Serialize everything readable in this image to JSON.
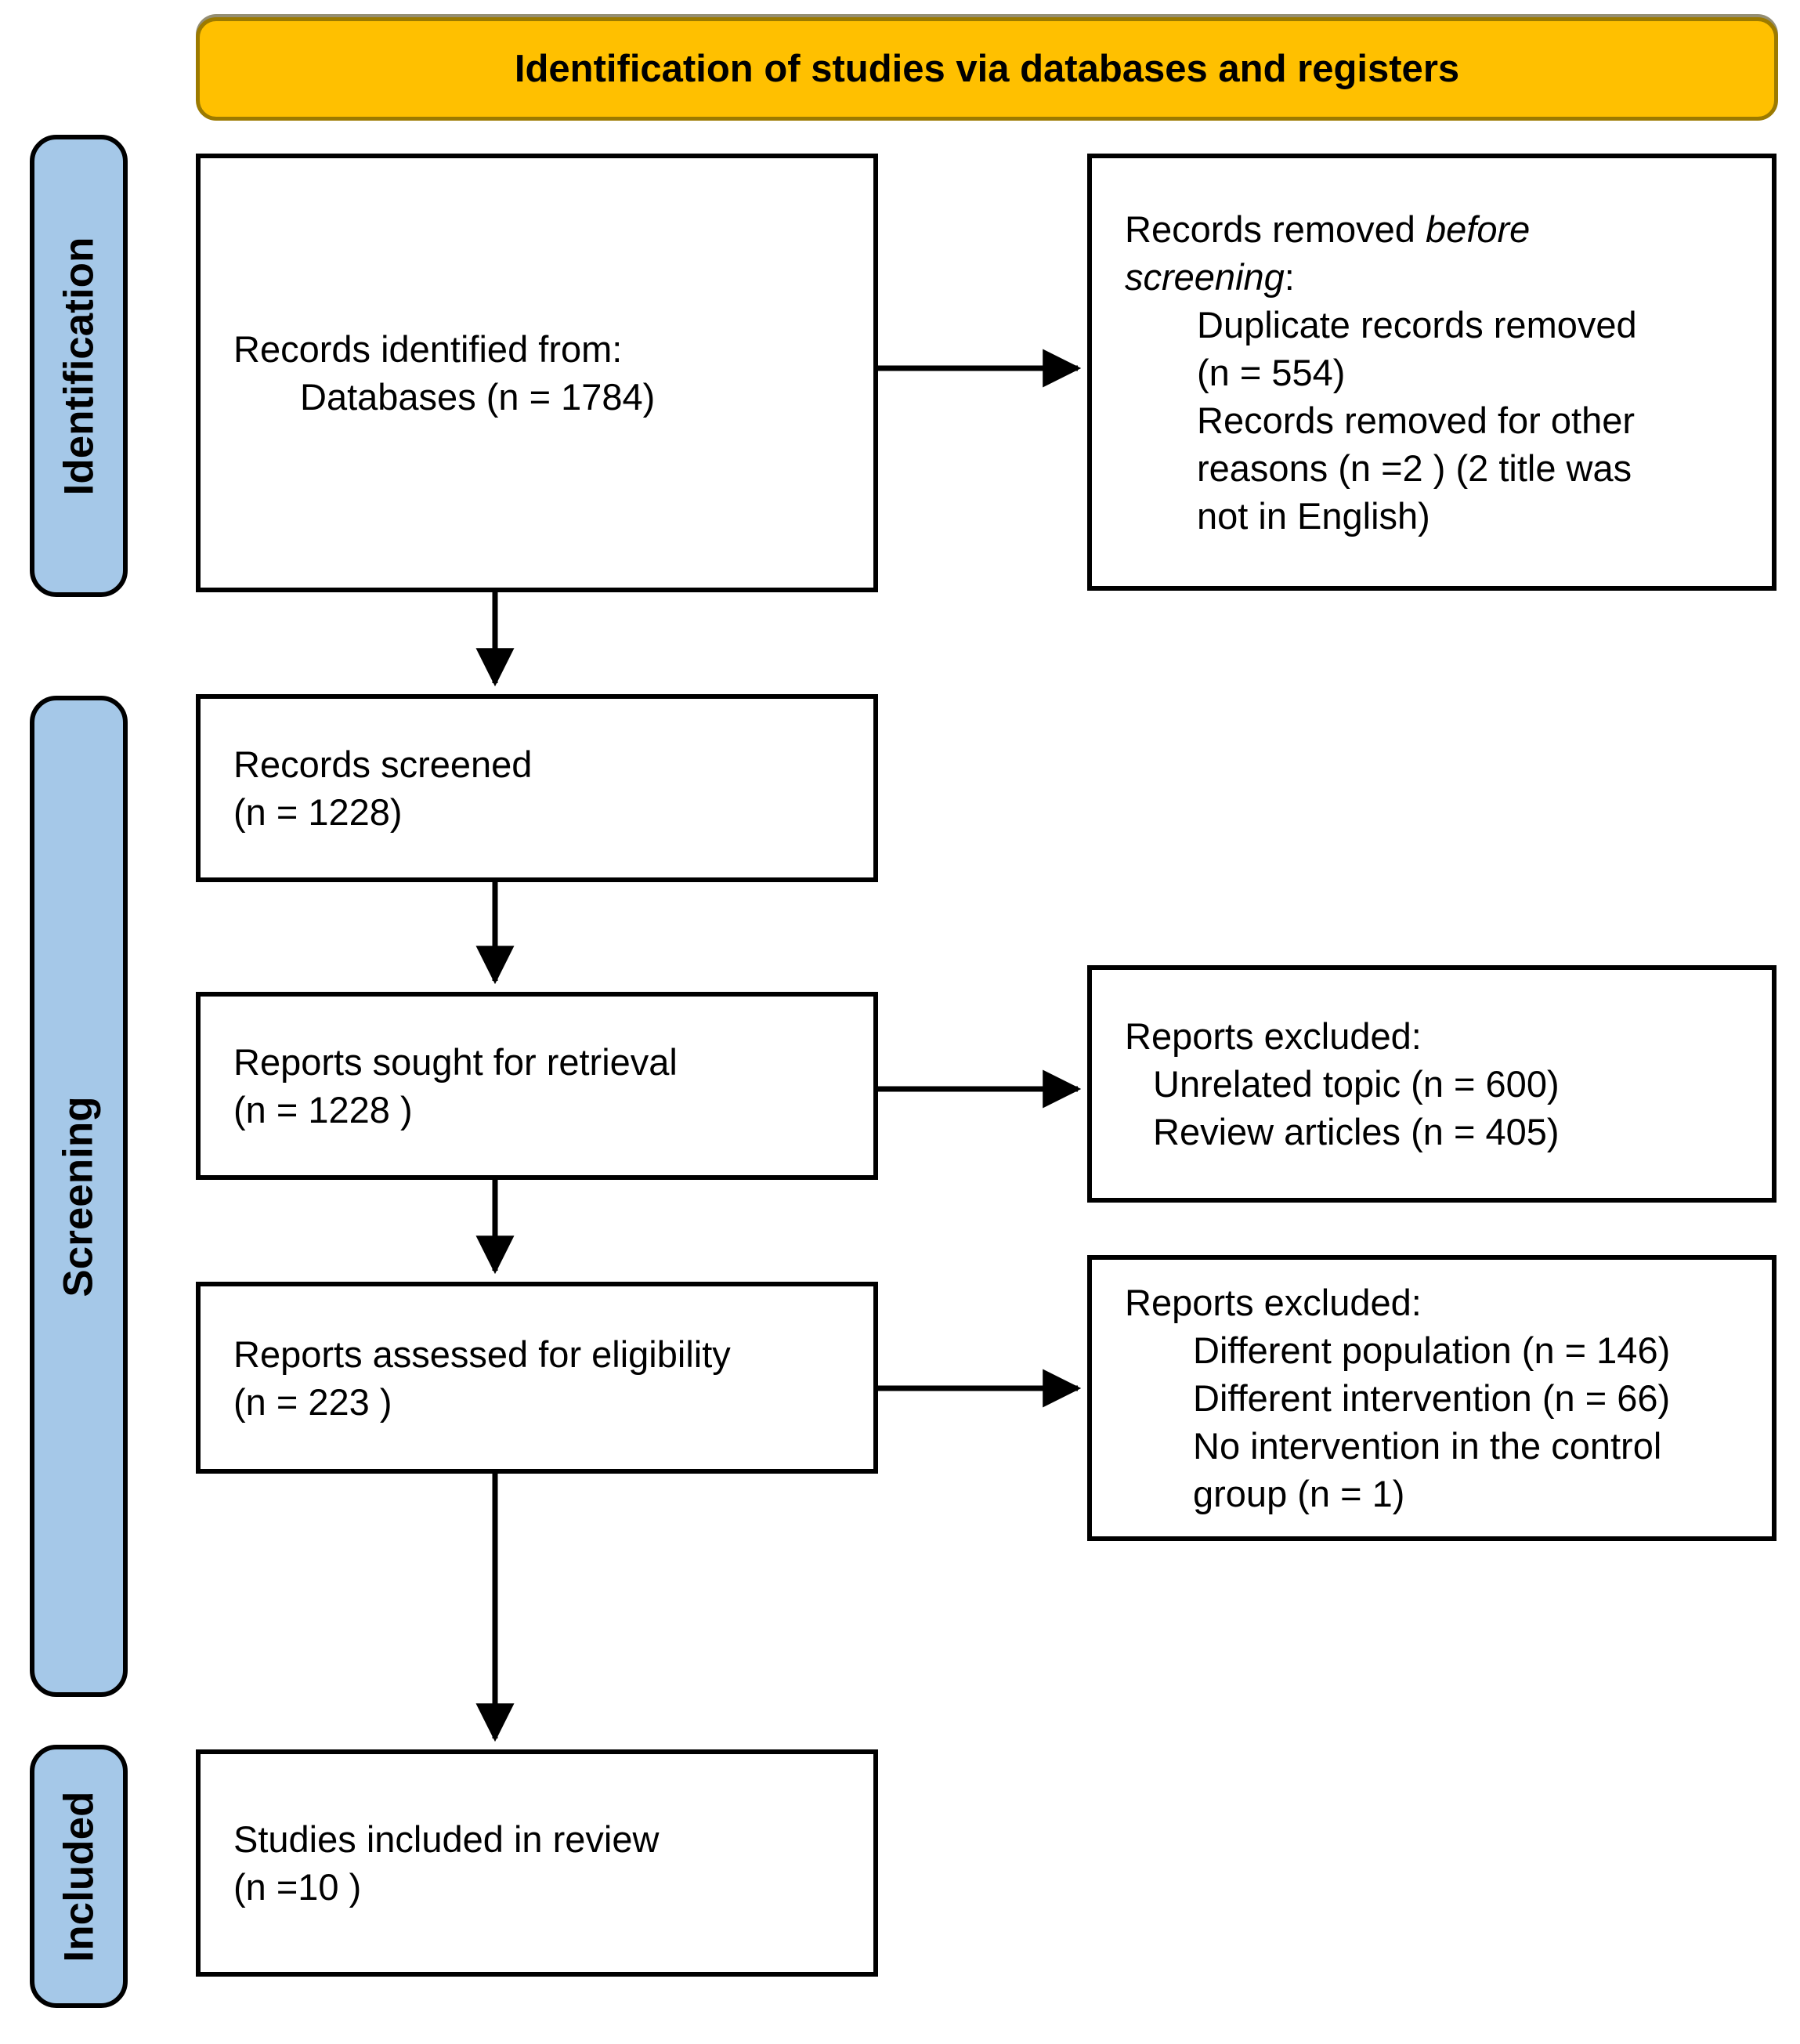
{
  "title": "Identification of studies via databases and registers",
  "stages": {
    "identification": "Identification",
    "screening": "Screening",
    "included": "Included"
  },
  "boxes": {
    "identified": {
      "line1": "Records identified from:",
      "line2": "Databases (n = 1784)"
    },
    "removed": {
      "intro_normal": "Records removed ",
      "intro_italic1": "before",
      "intro_italic2": "screening",
      "intro_colon": ":",
      "item1_line1": "Duplicate records removed",
      "item1_line2": "(n = 554)",
      "item2_line1": "Records removed for other",
      "item2_line2": "reasons (n =2 ) (2 title was",
      "item2_line3": "not in English)"
    },
    "screened": {
      "line1": "Records screened",
      "line2": "(n = 1228)"
    },
    "sought": {
      "line1": "Reports sought for retrieval",
      "line2": "(n = 1228 )"
    },
    "excluded_retrieval": {
      "header": "Reports excluded:",
      "item1": "Unrelated topic (n = 600)",
      "item2": "Review articles (n = 405)"
    },
    "assessed": {
      "line1": "Reports assessed for eligibility",
      "line2": "(n = 223 )"
    },
    "excluded_eligibility": {
      "header": "Reports excluded:",
      "item1": "Different population (n = 146)",
      "item2": "Different intervention (n = 66)",
      "item3_line1": "No intervention in the control",
      "item3_line2": "group (n = 1)"
    },
    "included_review": {
      "line1": "Studies included in review",
      "line2": "(n =10 )"
    }
  },
  "colors": {
    "header_bg": "#FFC000",
    "header_border": "#9C7A00",
    "stage_bg": "#A5C8E8",
    "line": "#000000"
  }
}
